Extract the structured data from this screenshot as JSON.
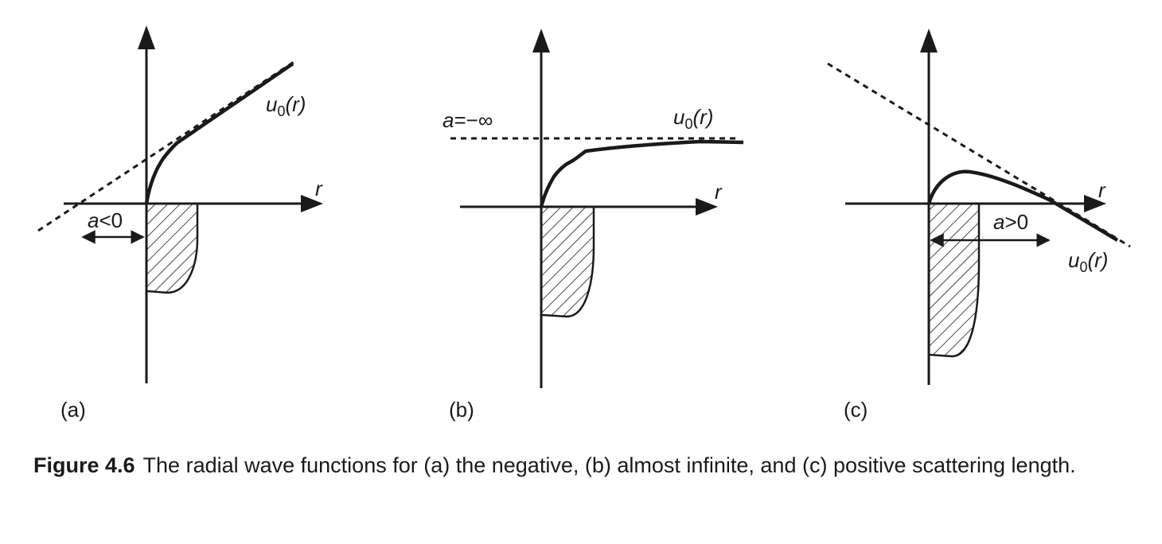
{
  "panels": [
    {
      "panel_label": "(a)",
      "wavefunction_label": {
        "symbol": "u",
        "subscript": "0",
        "argument": "(r)"
      },
      "axis_label": "r",
      "scattering_length_label": {
        "symbol": "a",
        "relation": "<0"
      }
    },
    {
      "panel_label": "(b)",
      "wavefunction_label": {
        "symbol": "u",
        "subscript": "0",
        "argument": "(r)"
      },
      "axis_label": "r",
      "scattering_length_label": {
        "symbol": "a",
        "relation": "=−∞"
      }
    },
    {
      "panel_label": "(c)",
      "wavefunction_label": {
        "symbol": "u",
        "subscript": "0",
        "argument": "(r)"
      },
      "axis_label": "r",
      "scattering_length_label": {
        "symbol": "a",
        "relation": ">0"
      }
    }
  ],
  "caption": {
    "label": "Figure 4.6",
    "text": "The radial wave functions for (a) the negative, (b) almost infinite, and (c) positive scattering length."
  },
  "colors": {
    "ink": "#1a1a1a",
    "background": "#ffffff"
  }
}
